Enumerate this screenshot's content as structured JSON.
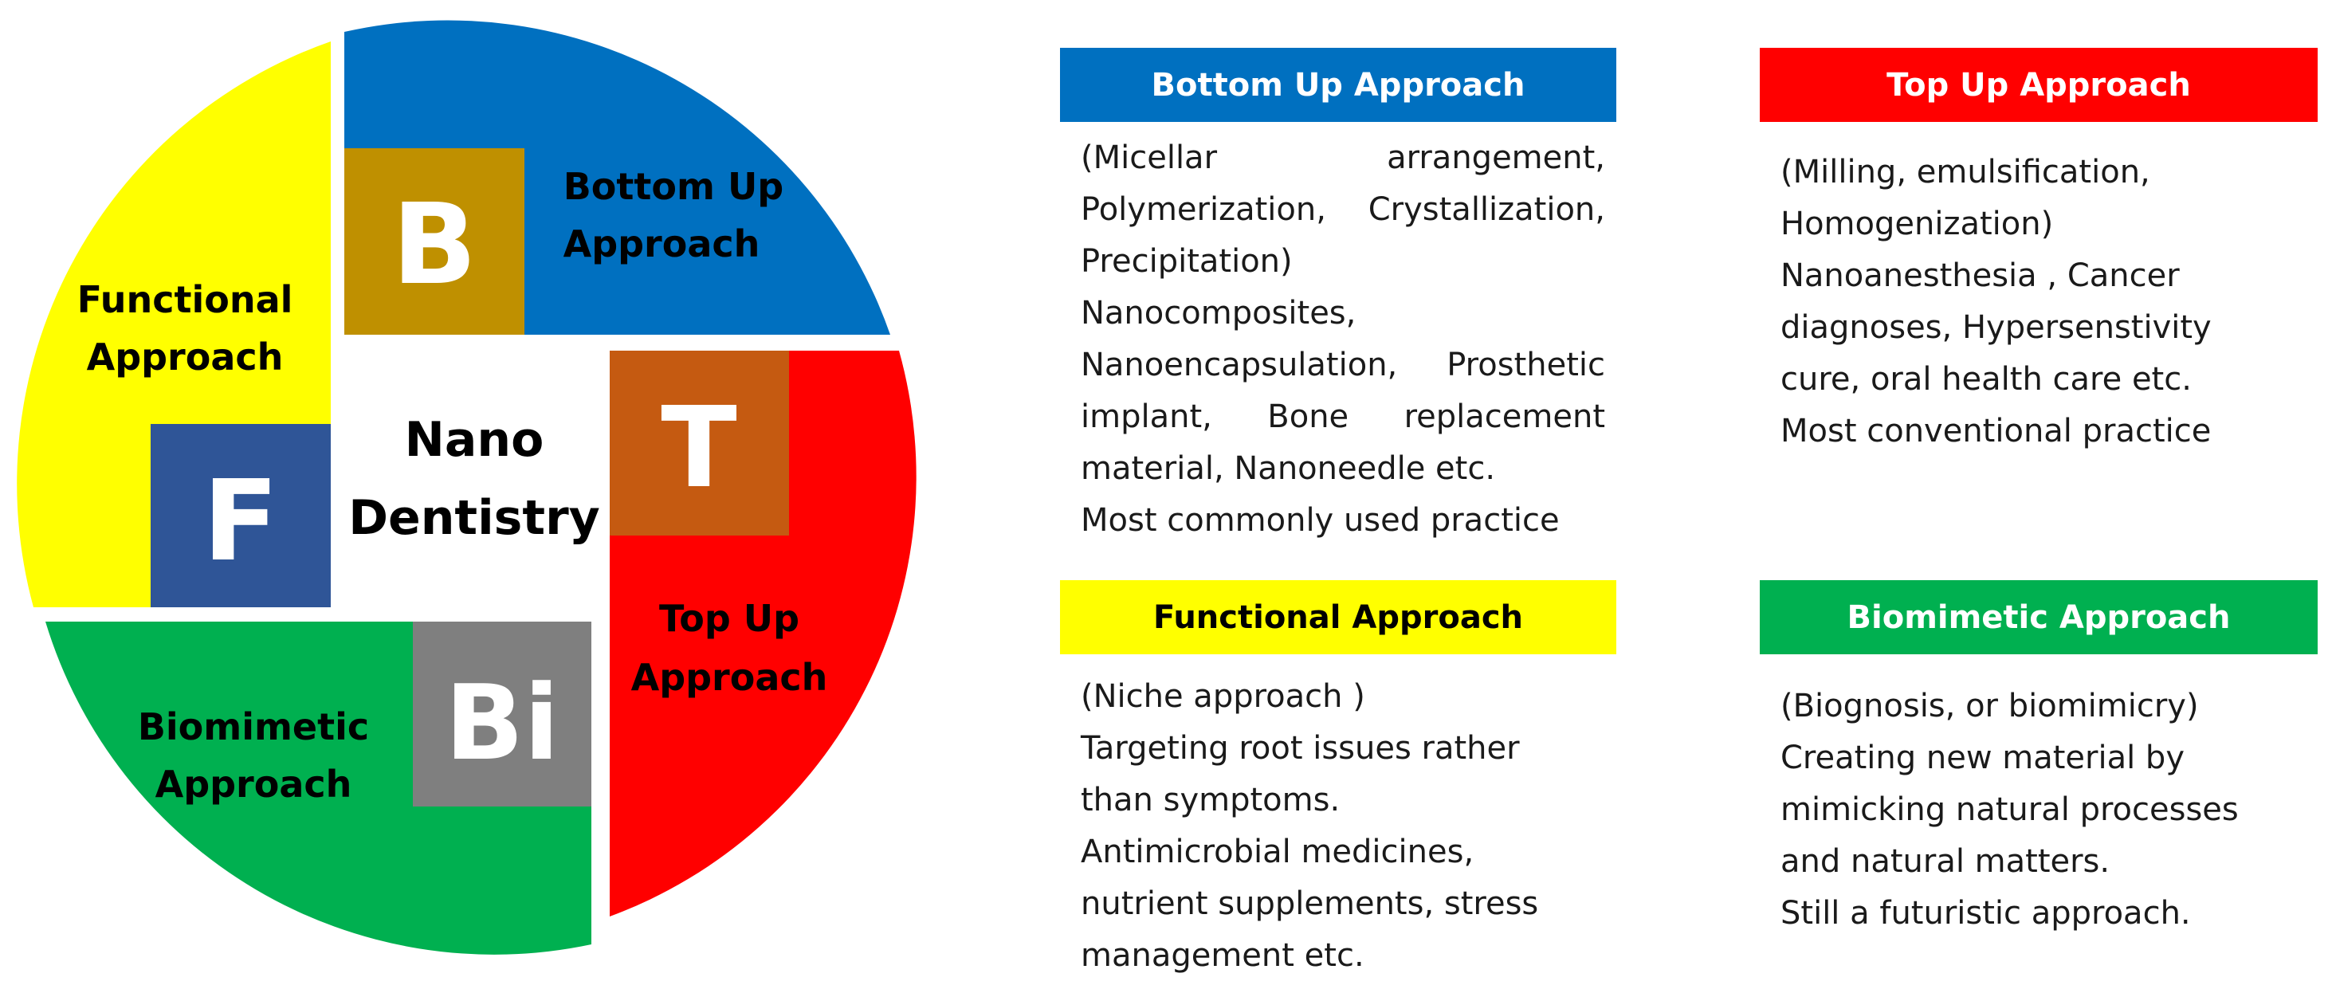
{
  "center": {
    "line1": "Nano",
    "line2": "Dentistry"
  },
  "quadrants": [
    {
      "key": "bottom_up",
      "letter": "B",
      "label_lines": [
        "Bottom Up",
        "Approach"
      ],
      "color": "#0070C0",
      "tile_color": "#BF9000"
    },
    {
      "key": "top_up",
      "letter": "T",
      "label_lines": [
        "Top Up",
        "Approach"
      ],
      "color": "#FF0000",
      "tile_color": "#C55A11"
    },
    {
      "key": "biomimetic",
      "letter": "Bi",
      "label_lines": [
        "Biomimetic",
        "Approach"
      ],
      "color": "#00B050",
      "tile_color": "#7F7F7F"
    },
    {
      "key": "functional",
      "letter": "F",
      "label_lines": [
        "Functional",
        "Approach"
      ],
      "color": "#FFFF00",
      "tile_color": "#2F5597"
    }
  ],
  "panels": {
    "bottom_up": {
      "title": "Bottom Up Approach",
      "lines": [
        [
          "(Micellar",
          "arrangement,"
        ],
        [
          "Polymerization,",
          "Crystallization,"
        ],
        [
          "Precipitation)"
        ],
        [
          "Nanocomposites,"
        ],
        [
          "Nanoencapsulation,",
          "Prosthetic"
        ],
        [
          "implant,",
          "Bone",
          "replacement"
        ],
        [
          "material, Nanoneedle etc."
        ],
        [
          "Most commonly used practice"
        ]
      ]
    },
    "top_up": {
      "title": "Top Up Approach",
      "lines": [
        "(Milling, emulsification,",
        "Homogenization)",
        "Nanoanesthesia  , Cancer",
        "diagnoses, Hypersenstivity",
        "cure, oral health care etc.",
        "Most conventional practice"
      ]
    },
    "functional": {
      "title": "Functional Approach",
      "lines": [
        "(Niche approach )",
        "Targeting root issues rather",
        "than symptoms.",
        "Antimicrobial medicines,",
        "nutrient supplements, stress",
        "management etc."
      ]
    },
    "biomimetic": {
      "title": "Biomimetic Approach",
      "lines": [
        "(Biognosis, or biomimicry)",
        "Creating new material by",
        "mimicking natural processes",
        "and natural matters.",
        "Still a futuristic approach."
      ]
    }
  }
}
